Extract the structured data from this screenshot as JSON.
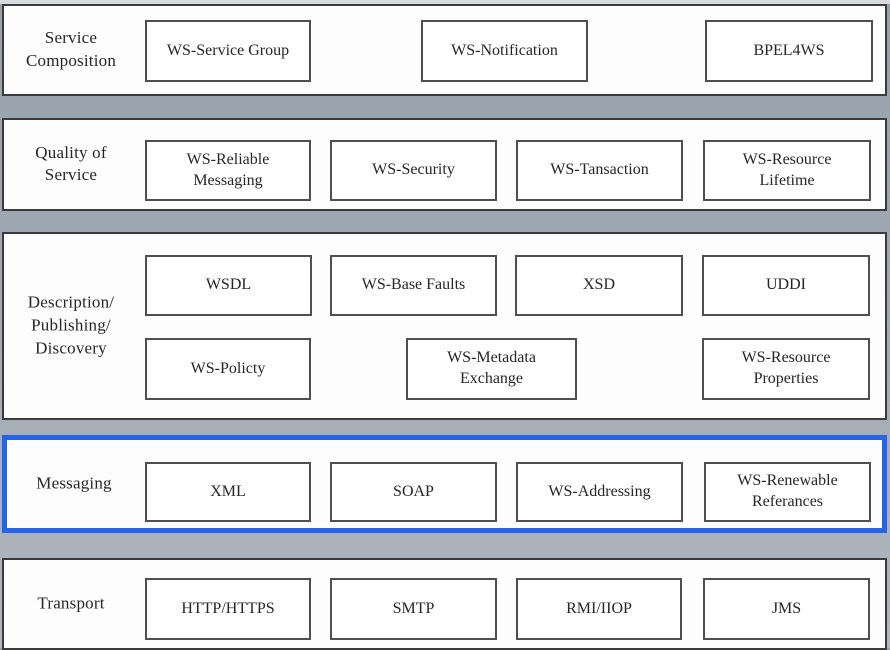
{
  "colors": {
    "background": "#97a1ab",
    "layer_fill": "#fdfdfd",
    "layer_border": "#3b3b3b",
    "box_border": "#4f4f4f",
    "highlight_border": "#2563e8",
    "text": "#262626"
  },
  "layers": [
    {
      "label": "Service Composition",
      "highlighted": false,
      "boxes": [
        {
          "label": "WS-Service Group"
        },
        {
          "label": "WS-Notification"
        },
        {
          "label": "BPEL4WS"
        }
      ]
    },
    {
      "label": "Quality of Service",
      "highlighted": false,
      "boxes": [
        {
          "label": "WS-Reliable Messaging"
        },
        {
          "label": "WS-Security"
        },
        {
          "label": "WS-Tansaction"
        },
        {
          "label": "WS-Resource Lifetime"
        }
      ]
    },
    {
      "label": "Description/ Publishing/ Discovery",
      "highlighted": false,
      "boxes": [
        {
          "label": "WSDL"
        },
        {
          "label": "WS-Base Faults"
        },
        {
          "label": "XSD"
        },
        {
          "label": "UDDI"
        },
        {
          "label": "WS-Policty"
        },
        {
          "label": "WS-Metadata Exchange"
        },
        {
          "label": "WS-Resource Properties"
        }
      ]
    },
    {
      "label": "Messaging",
      "highlighted": true,
      "boxes": [
        {
          "label": "XML"
        },
        {
          "label": "SOAP"
        },
        {
          "label": "WS-Addressing"
        },
        {
          "label": "WS-Renewable Referances"
        }
      ]
    },
    {
      "label": "Transport",
      "highlighted": false,
      "boxes": [
        {
          "label": "HTTP/HTTPS"
        },
        {
          "label": "SMTP"
        },
        {
          "label": "RMI/IIOP"
        },
        {
          "label": "JMS"
        }
      ]
    }
  ]
}
